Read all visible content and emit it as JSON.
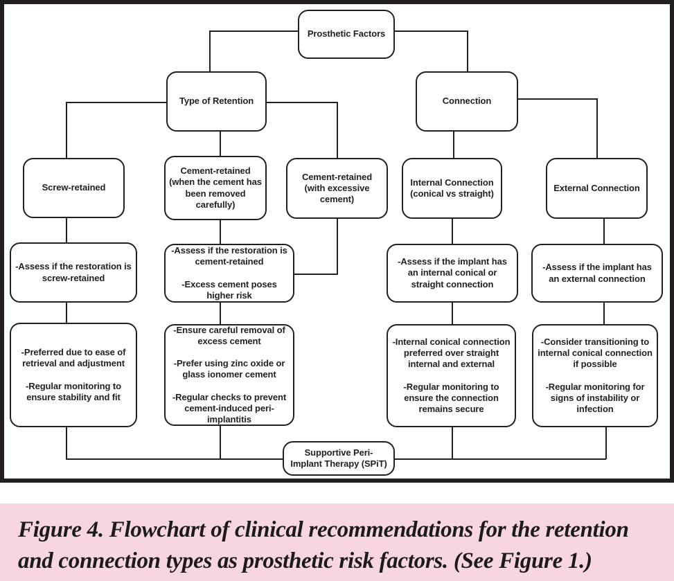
{
  "colors": {
    "line": "#231f20",
    "node_bg": "#ffffff",
    "caption_bg": "#f8d5e3"
  },
  "nodes": {
    "root": {
      "label": "Prosthetic Factors"
    },
    "retention": {
      "label": "Type of Retention"
    },
    "connection": {
      "label": "Connection"
    },
    "screw": {
      "label": "Screw-retained"
    },
    "cement_careful": {
      "label": "Cement-retained (when the cement has been removed carefully)"
    },
    "cement_excess": {
      "label": "Cement-retained (with excessive cement)"
    },
    "internal_conn": {
      "label": "Internal Connection (conical vs straight)"
    },
    "external_conn": {
      "label": "External Connection"
    },
    "assess_screw": {
      "items": [
        "-Assess if the restoration is screw-retained"
      ]
    },
    "assess_cement": {
      "items": [
        "-Assess if the restoration is cement-retained",
        "-Excess cement poses higher risk"
      ]
    },
    "assess_internal": {
      "items": [
        "-Assess if the implant has an internal conical or straight connection"
      ]
    },
    "assess_external": {
      "items": [
        "-Assess if the implant has an external connection"
      ]
    },
    "rec_screw": {
      "items": [
        "-Preferred due to ease of retrieval and adjustment",
        "-Regular monitoring to ensure stability and fit"
      ]
    },
    "rec_cement": {
      "items": [
        "-Ensure careful removal of excess cement",
        "-Prefer using zinc oxide or glass ionomer cement",
        "-Regular checks to prevent cement-induced peri-implantitis"
      ]
    },
    "rec_internal": {
      "items": [
        "-Internal conical connection preferred over straight internal and external",
        "-Regular monitoring to ensure the connection remains secure"
      ]
    },
    "rec_external": {
      "items": [
        "-Consider transitioning to internal conical connection if possible",
        "-Regular monitoring for signs of instability or infection"
      ]
    },
    "spit": {
      "label": "Supportive Peri-\nImplant Therapy (SPiT)"
    }
  },
  "caption": {
    "line1": "Figure 4. Flowchart of clinical recommendations for the retention",
    "line2": "and connection types as prosthetic risk factors. (See Figure 1.)"
  }
}
